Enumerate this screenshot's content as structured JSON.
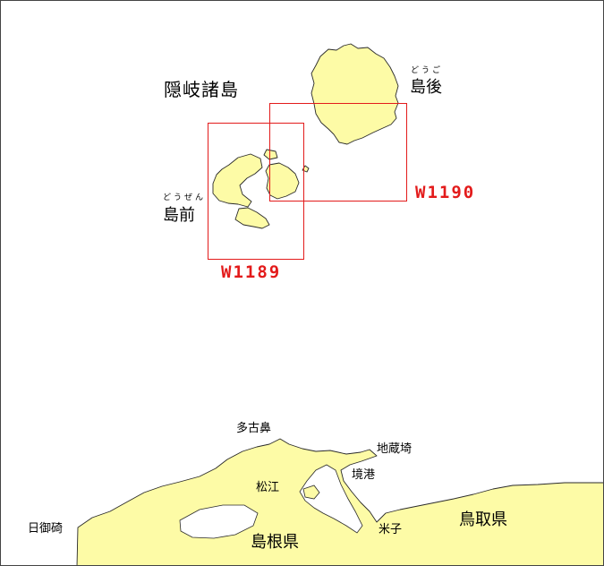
{
  "colors": {
    "land": "#fdfba6",
    "coast": "#2a2a2a",
    "sea": "#ffffff",
    "frame": "#e31b1b",
    "label": "#000000"
  },
  "labels": {
    "archipelago": "隠岐諸島",
    "dogo": "島後",
    "dogo_ruby": "どうご",
    "dozen": "島前",
    "dozen_ruby": "どうぜん",
    "shimane": "島根県",
    "tottori": "鳥取県",
    "matsue": "松江",
    "sakaiminato": "境港",
    "yonago": "米子",
    "jizozaki": "地蔵埼",
    "tagohana": "多古鼻",
    "hinomisaki": "日御碕"
  },
  "charts": [
    {
      "id": "W1189"
    },
    {
      "id": "W1190"
    }
  ]
}
